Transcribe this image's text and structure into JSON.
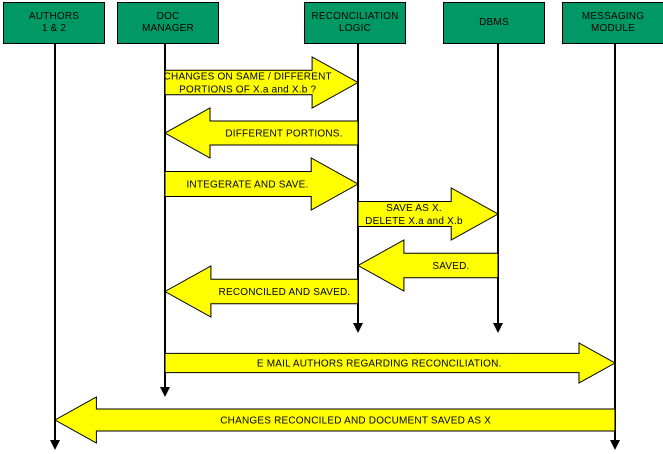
{
  "colors": {
    "header_fill": "#009966",
    "arrow_fill": "#ffff00",
    "line": "#000000"
  },
  "participants": [
    {
      "id": "authors",
      "label": "AUTHORS\n1 & 2"
    },
    {
      "id": "doc_manager",
      "label": "DOC\nMANAGER"
    },
    {
      "id": "reconciliation_logic",
      "label": "RECONCILIATION\nLOGIC"
    },
    {
      "id": "dbms",
      "label": "DBMS"
    },
    {
      "id": "messaging_module",
      "label": "MESSAGING\nMODULE"
    }
  ],
  "messages": [
    {
      "from": "doc_manager",
      "to": "reconciliation_logic",
      "lines": [
        "CHANGES ON SAME / DIFFERENT",
        "PORTIONS OF X.a and  X.b ?"
      ]
    },
    {
      "from": "reconciliation_logic",
      "to": "doc_manager",
      "lines": [
        "DIFFERENT PORTIONS."
      ]
    },
    {
      "from": "doc_manager",
      "to": "reconciliation_logic",
      "lines": [
        "INTEGERATE AND SAVE."
      ]
    },
    {
      "from": "reconciliation_logic",
      "to": "dbms",
      "lines": [
        "SAVE AS X.",
        "DELETE X.a and X.b"
      ]
    },
    {
      "from": "dbms",
      "to": "reconciliation_logic",
      "lines": [
        "SAVED."
      ]
    },
    {
      "from": "reconciliation_logic",
      "to": "doc_manager",
      "lines": [
        "RECONCILED AND SAVED."
      ]
    },
    {
      "from": "doc_manager",
      "to": "messaging_module",
      "lines": [
        "E MAIL AUTHORS REGARDING RECONCILIATION."
      ]
    },
    {
      "from": "messaging_module",
      "to": "authors",
      "lines": [
        "CHANGES RECONCILED AND DOCUMENT SAVED AS X"
      ]
    }
  ]
}
